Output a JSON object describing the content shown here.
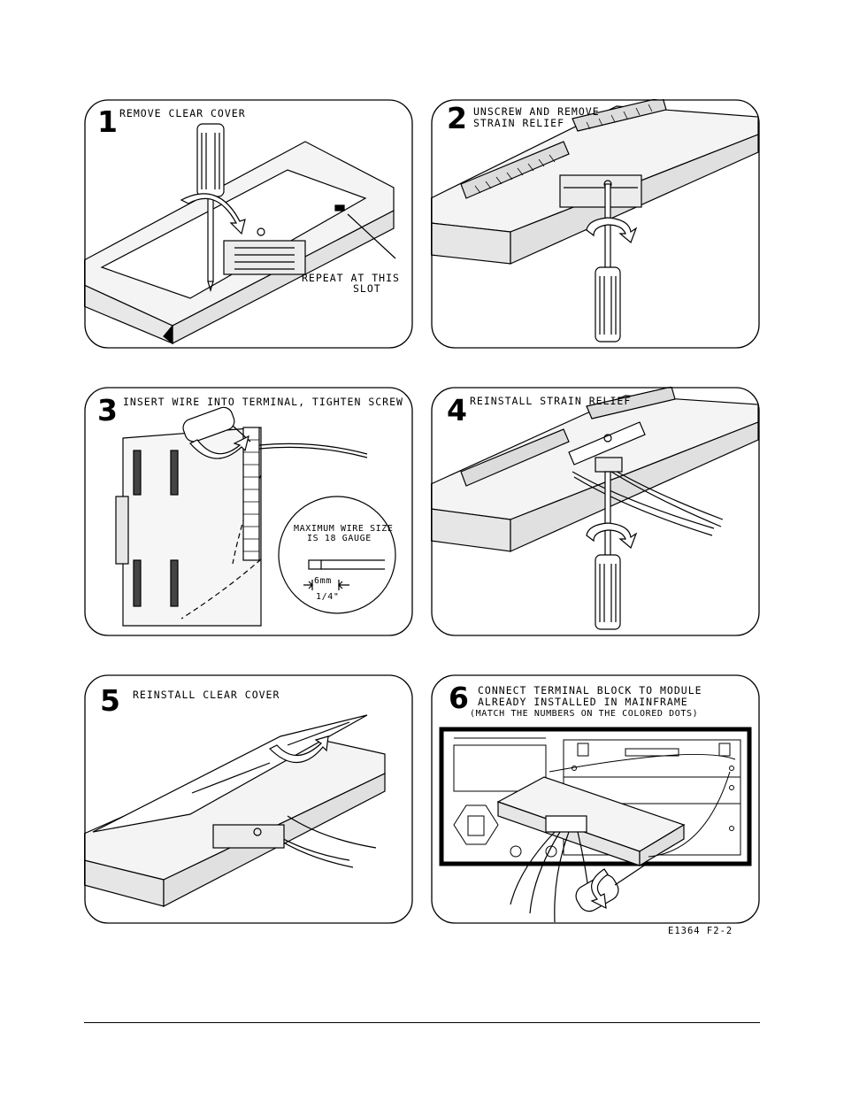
{
  "steps": [
    {
      "number": "1",
      "caption_lines": [
        "REMOVE CLEAR COVER"
      ]
    },
    {
      "number": "2",
      "caption_lines": [
        "UNSCREW AND REMOVE",
        "STRAIN RELIEF"
      ]
    },
    {
      "number": "3",
      "caption_lines": [
        "INSERT WIRE INTO TERMINAL, TIGHTEN SCREW"
      ]
    },
    {
      "number": "4",
      "caption_lines": [
        "REINSTALL STRAIN RELIEF"
      ]
    },
    {
      "number": "5",
      "caption_lines": [
        "REINSTALL CLEAR COVER"
      ]
    },
    {
      "number": "6",
      "caption_lines": [
        "CONNECT TERMINAL BLOCK TO MODULE",
        "ALREADY INSTALLED IN MAINFRAME"
      ],
      "note": "(MATCH THE NUMBERS ON THE COLORED DOTS)"
    }
  ],
  "callouts": {
    "repeat_slot": [
      "REPEAT AT THIS",
      "SLOT"
    ],
    "max_wire": [
      "MAXIMUM WIRE SIZE",
      "IS 18 GAUGE"
    ],
    "strip_metric": "6mm",
    "strip_imperial": "1/4\""
  },
  "figure_id": "E1364  F2-2"
}
